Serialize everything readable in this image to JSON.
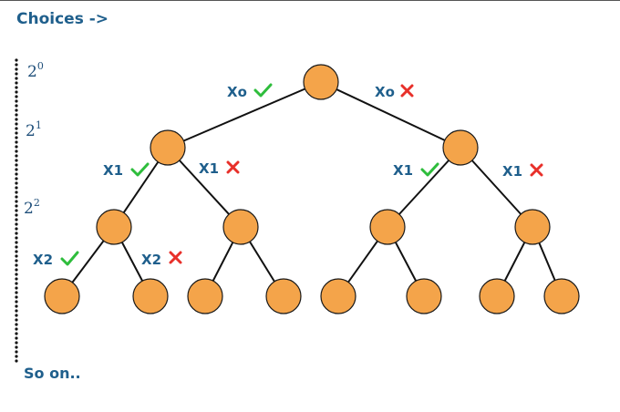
{
  "header": {
    "title": "Choices ->"
  },
  "footer": {
    "text": "So on.."
  },
  "levels": [
    {
      "base": "2",
      "exp": "0"
    },
    {
      "base": "2",
      "exp": "1"
    },
    {
      "base": "2",
      "exp": "2"
    }
  ],
  "edge_labels": {
    "x0": "Xo",
    "x1": "X1",
    "x2": "X2"
  },
  "icons": {
    "yes": "check-icon",
    "no": "cross-icon"
  },
  "colors": {
    "node_fill": "#f4a44a",
    "label_text": "#1f5f8c",
    "check": "#2ebd3c",
    "cross": "#e8302a"
  }
}
